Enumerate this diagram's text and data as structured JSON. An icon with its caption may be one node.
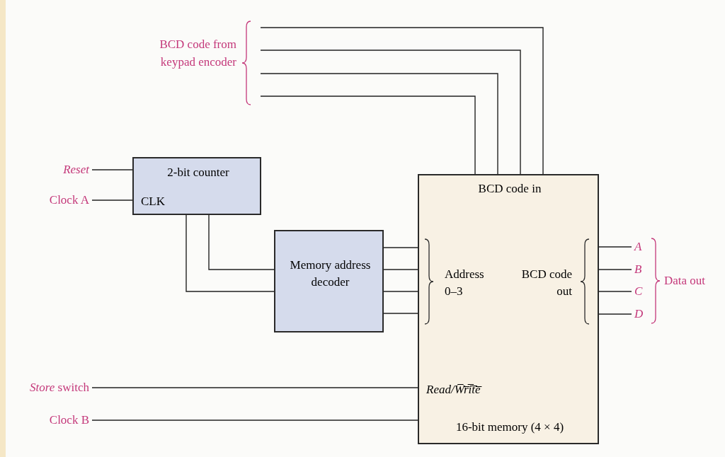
{
  "diagram": {
    "nodes": [
      {
        "text": [
          "BCD code from keypad encoder"
        ]
      },
      {
        "text": [
          "Reset"
        ]
      },
      {
        "text": [
          "Clock A"
        ]
      },
      {
        "text": [
          "2-bit counter",
          "CLK"
        ]
      },
      {
        "text": [
          "Memory address decoder"
        ]
      },
      {
        "text": [
          "BCD code in",
          "Address 0–3",
          "BCD code out",
          "Read/W̅r̅i̅t̅e̅",
          "16-bit memory (4 × 4)"
        ]
      },
      {
        "text": [
          "A"
        ]
      },
      {
        "text": [
          "B"
        ]
      },
      {
        "text": [
          "C"
        ]
      },
      {
        "text": [
          "D"
        ]
      },
      {
        "text": [
          "*Store* switch"
        ]
      },
      {
        "text": [
          "Clock B"
        ]
      }
    ],
    "edges": [
      {
        "from": 0,
        "to": 5,
        "arrow": "none"
      },
      {
        "from": 0,
        "to": 5,
        "arrow": "none"
      },
      {
        "from": 0,
        "to": 5,
        "arrow": "none"
      },
      {
        "from": 0,
        "to": 5,
        "arrow": "none"
      },
      {
        "from": 1,
        "to": 3,
        "arrow": "none"
      },
      {
        "from": 2,
        "to": 3,
        "arrow": "none"
      },
      {
        "from": 3,
        "to": 4,
        "arrow": "none"
      },
      {
        "from": 3,
        "to": 4,
        "arrow": "none"
      },
      {
        "from": 4,
        "to": 5,
        "arrow": "none"
      },
      {
        "from": 4,
        "to": 5,
        "arrow": "none"
      },
      {
        "from": 4,
        "to": 5,
        "arrow": "none"
      },
      {
        "from": 4,
        "to": 5,
        "arrow": "none"
      },
      {
        "from": 5,
        "to": 6,
        "arrow": "none"
      },
      {
        "from": 5,
        "to": 7,
        "arrow": "none"
      },
      {
        "from": 5,
        "to": 8,
        "arrow": "none"
      },
      {
        "from": 5,
        "to": 9,
        "arrow": "none"
      },
      {
        "from": 10,
        "to": 5,
        "arrow": "none"
      },
      {
        "from": 11,
        "to": 5,
        "arrow": "none"
      }
    ],
    "labels": [
      "Data out"
    ]
  }
}
